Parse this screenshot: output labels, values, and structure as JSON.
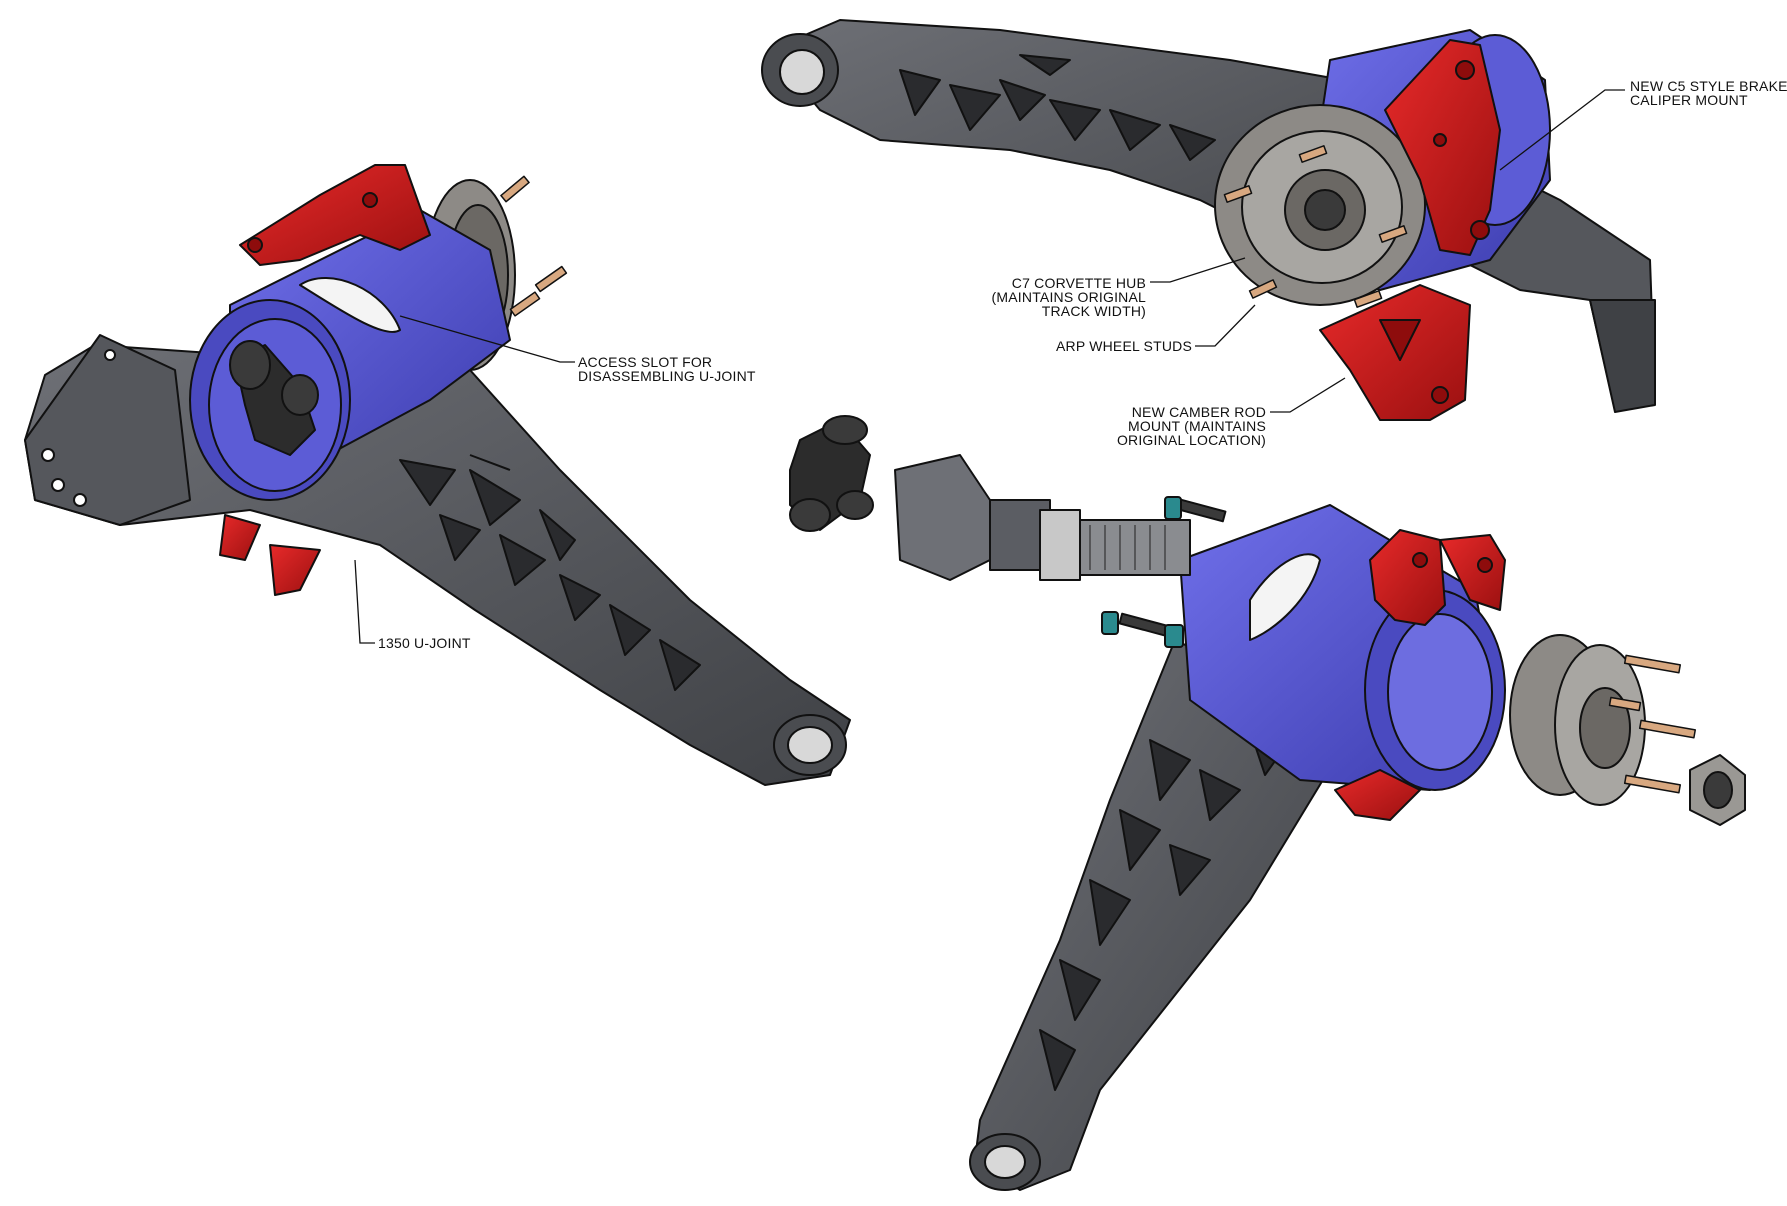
{
  "colors": {
    "arm_gray": "#5b5d63",
    "arm_dark": "#3a3c40",
    "housing_blue": "#5a5ad8",
    "housing_blue_dark": "#3c3cae",
    "bracket_red": "#d81b1b",
    "bracket_red_dark": "#8e0c0c",
    "stud_copper": "#d8a880",
    "bolt_teal": "#2a8a8e",
    "outline": "#111111"
  },
  "callouts": {
    "brake_mount": [
      "NEW C5 STYLE BRAKE",
      "CALIPER MOUNT"
    ],
    "hub": [
      "C7 CORVETTE HUB",
      "(MAINTAINS ORIGINAL",
      "TRACK WIDTH)"
    ],
    "studs": [
      "ARP WHEEL STUDS"
    ],
    "camber": [
      "NEW CAMBER ROD",
      "MOUNT (MAINTAINS",
      "ORIGINAL LOCATION)"
    ],
    "access_slot": [
      "ACCESS SLOT FOR",
      "DISASSEMBLING U-JOINT"
    ],
    "ujoint": [
      "1350 U-JOINT"
    ]
  },
  "icons": {
    "assembly_left": "trailing-arm-assembly",
    "assembly_top": "trailing-arm-assembly",
    "assembly_exploded": "exploded-trailing-arm-assembly"
  }
}
